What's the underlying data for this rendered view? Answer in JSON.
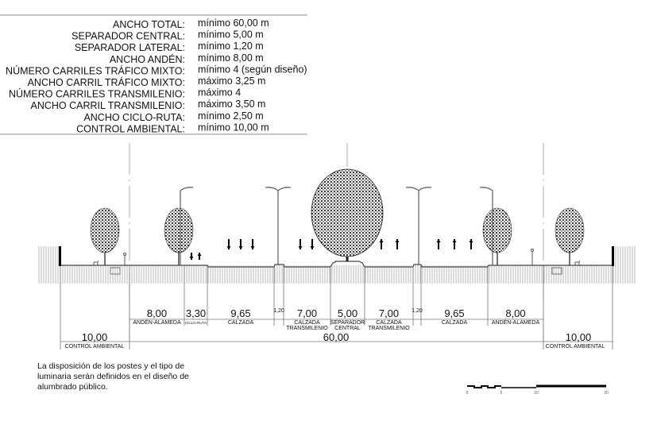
{
  "specs": [
    {
      "label": "ANCHO TOTAL:",
      "value": "mínimo 60,00 m"
    },
    {
      "label": "SEPARADOR CENTRAL:",
      "value": "mínimo 5,00 m"
    },
    {
      "label": "SEPARADOR LATERAL:",
      "value": "mínimo 1,20 m"
    },
    {
      "label": "ANCHO ANDÉN:",
      "value": "mínimo 8,00 m"
    },
    {
      "label": "NÚMERO CARRILES TRÁFICO MIXTO:",
      "value": "mínimo 4 (según diseño)"
    },
    {
      "label": "ANCHO CARRIL TRÁFICO MIXTO:",
      "value": "máximo 3,25 m"
    },
    {
      "label": "NÚMERO CARRILES TRANSMILENIO:",
      "value": "máximo 4"
    },
    {
      "label": "ANCHO CARRIL TRANSMILENIO:",
      "value": "máximo 3,50 m"
    },
    {
      "label": "ANCHO CICLO-RUTA:",
      "value": "mínimo 2,50 m"
    },
    {
      "label": "CONTROL AMBIENTAL:",
      "value": "mínimo 10,00 m"
    }
  ],
  "dimensions": [
    {
      "value": "8,00",
      "label": [
        "ANDÉN-ALAMEDA"
      ]
    },
    {
      "value": "3,30",
      "label": [
        "CICLO-RUTA"
      ]
    },
    {
      "value": "9,65",
      "label": [
        "CALZADA"
      ]
    },
    {
      "value": "1,20",
      "label": []
    },
    {
      "value": "7,00",
      "label": [
        "CALZADA",
        "TRANSMILENIO"
      ]
    },
    {
      "value": "5,00",
      "label": [
        "SEPARADOR",
        "CENTRAL"
      ]
    },
    {
      "value": "7,00",
      "label": [
        "CALZADA",
        "TRANSMILENIO"
      ]
    },
    {
      "value": "1,20",
      "label": []
    },
    {
      "value": "9,65",
      "label": [
        "CALZADA"
      ]
    },
    {
      "value": "8,00",
      "label": [
        "ANDÉN-ALAMEDA"
      ]
    }
  ],
  "total": {
    "value": "60,00"
  },
  "control_left": {
    "value": "10,00",
    "label": "CONTROL AMBIENTAL"
  },
  "control_right": {
    "value": "10,00",
    "label": "CONTROL AMBIENTAL"
  },
  "note": "La disposición de los postes y el tipo de luminaria serán definidos en el diseño de alumbrado público.",
  "scale_bar": {
    "ticks": [
      "0",
      "5",
      "10",
      "20"
    ]
  }
}
